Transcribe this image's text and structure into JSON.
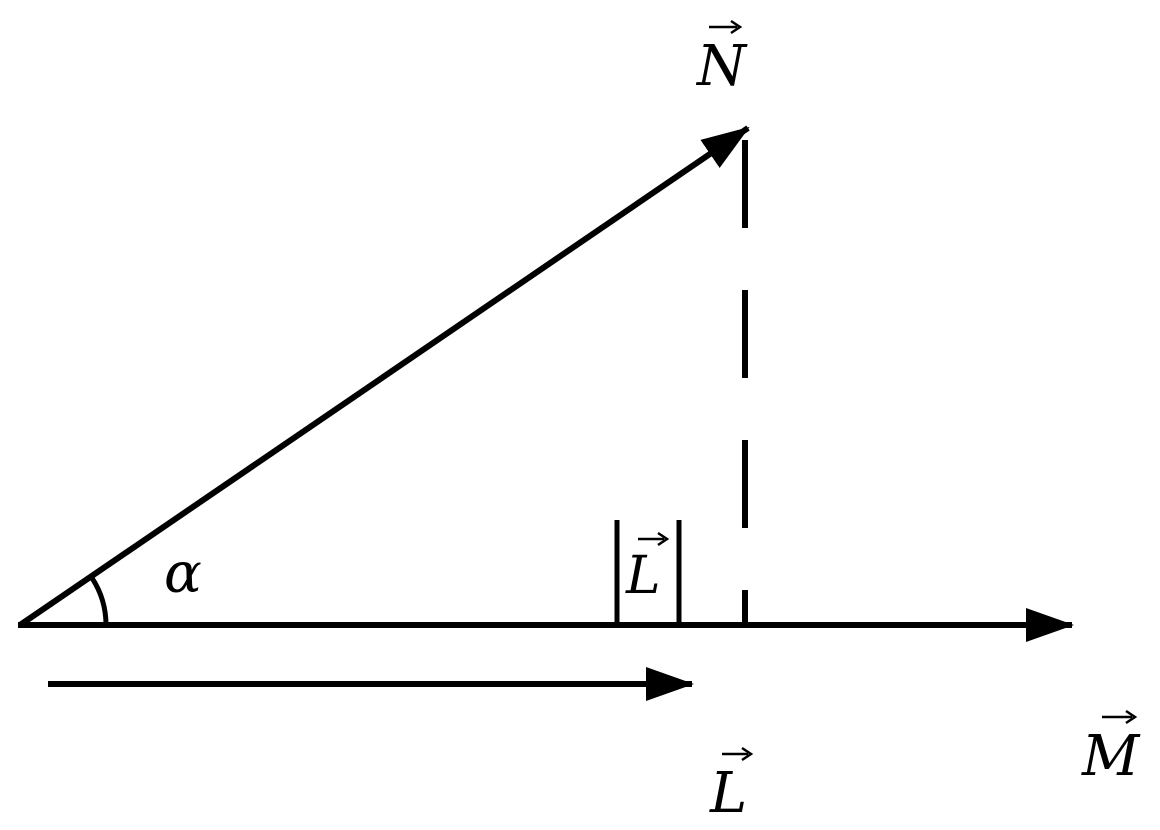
{
  "diagram": {
    "labels": {
      "vector_n": "N",
      "vector_m": "M",
      "vector_l": "L",
      "magnitude_l": "L",
      "angle": "α"
    },
    "colors": {
      "stroke": "#000000",
      "background": "#ffffff"
    }
  }
}
